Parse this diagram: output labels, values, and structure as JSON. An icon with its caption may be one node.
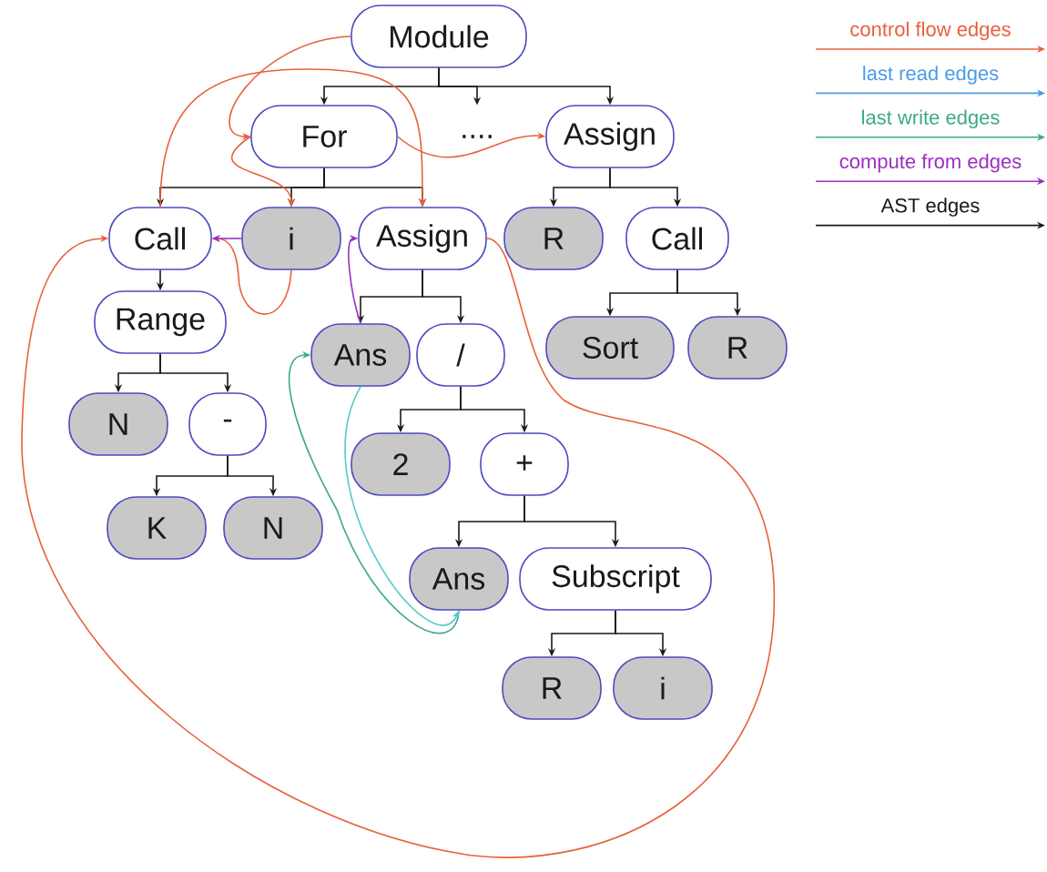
{
  "diagram": {
    "nodes": [
      {
        "text": [
          "Module"
        ]
      },
      {
        "text": [
          "For"
        ]
      },
      {
        "text": [
          "...."
        ]
      },
      {
        "text": [
          "Assign"
        ]
      },
      {
        "text": [
          "Call"
        ]
      },
      {
        "text": [
          "i"
        ]
      },
      {
        "text": [
          "Assign"
        ]
      },
      {
        "text": [
          "R"
        ]
      },
      {
        "text": [
          "Call"
        ]
      },
      {
        "text": [
          "Range"
        ]
      },
      {
        "text": [
          "Sort"
        ]
      },
      {
        "text": [
          "R"
        ]
      },
      {
        "text": [
          "Ans"
        ]
      },
      {
        "text": [
          "/"
        ]
      },
      {
        "text": [
          "N"
        ]
      },
      {
        "text": [
          "-"
        ]
      },
      {
        "text": [
          "2"
        ]
      },
      {
        "text": [
          "+"
        ]
      },
      {
        "text": [
          "K"
        ]
      },
      {
        "text": [
          "N"
        ]
      },
      {
        "text": [
          "Ans"
        ]
      },
      {
        "text": [
          "Subscript"
        ]
      },
      {
        "text": [
          "R"
        ]
      },
      {
        "text": [
          "i"
        ]
      }
    ],
    "edges": [
      {
        "from": 0,
        "to": 1,
        "arrow": "to"
      },
      {
        "from": 0,
        "to": 2,
        "arrow": "to"
      },
      {
        "from": 0,
        "to": 3,
        "arrow": "to"
      },
      {
        "from": 1,
        "to": 4,
        "arrow": "to"
      },
      {
        "from": 1,
        "to": 5,
        "arrow": "to"
      },
      {
        "from": 1,
        "to": 6,
        "arrow": "to"
      },
      {
        "from": 3,
        "to": 7,
        "arrow": "to"
      },
      {
        "from": 3,
        "to": 8,
        "arrow": "to"
      },
      {
        "from": 4,
        "to": 9,
        "arrow": "to"
      },
      {
        "from": 8,
        "to": 10,
        "arrow": "to"
      },
      {
        "from": 8,
        "to": 11,
        "arrow": "to"
      },
      {
        "from": 6,
        "to": 12,
        "arrow": "to"
      },
      {
        "from": 6,
        "to": 13,
        "arrow": "to"
      },
      {
        "from": 9,
        "to": 14,
        "arrow": "to"
      },
      {
        "from": 9,
        "to": 15,
        "arrow": "to"
      },
      {
        "from": 13,
        "to": 16,
        "arrow": "to"
      },
      {
        "from": 13,
        "to": 17,
        "arrow": "to"
      },
      {
        "from": 15,
        "to": 18,
        "arrow": "to"
      },
      {
        "from": 15,
        "to": 19,
        "arrow": "to"
      },
      {
        "from": 17,
        "to": 20,
        "arrow": "to"
      },
      {
        "from": 17,
        "to": 21,
        "arrow": "to"
      },
      {
        "from": 21,
        "to": 22,
        "arrow": "to"
      },
      {
        "from": 21,
        "to": 23,
        "arrow": "to"
      },
      {
        "from": 0,
        "to": 1,
        "arrow": "to",
        "color": "#e8603c"
      },
      {
        "from": 1,
        "to": 5,
        "arrow": "to",
        "color": "#e8603c"
      },
      {
        "from": 1,
        "to": 3,
        "arrow": "to",
        "color": "#e8603c"
      },
      {
        "from": 5,
        "to": 4,
        "arrow": "to",
        "color": "#e8603c"
      },
      {
        "from": 4,
        "to": 6,
        "arrow": "to",
        "color": "#e8603c"
      },
      {
        "from": 6,
        "to": 4,
        "arrow": "to",
        "color": "#e8603c"
      },
      {
        "from": 5,
        "to": 4,
        "arrow": "to",
        "color": "#9b30c0"
      },
      {
        "from": 12,
        "to": 6,
        "arrow": "to",
        "color": "#9b30c0"
      },
      {
        "from": 20,
        "to": 12,
        "arrow": "to",
        "color": "#3aaa88"
      },
      {
        "from": 12,
        "to": 20,
        "arrow": "to",
        "color": "#56c8c8"
      }
    ],
    "legend": [
      {
        "text": "control flow edges"
      },
      {
        "text": "last read edges"
      },
      {
        "text": "last write edges"
      },
      {
        "text": "compute from edges"
      },
      {
        "text": "AST edges"
      }
    ]
  }
}
